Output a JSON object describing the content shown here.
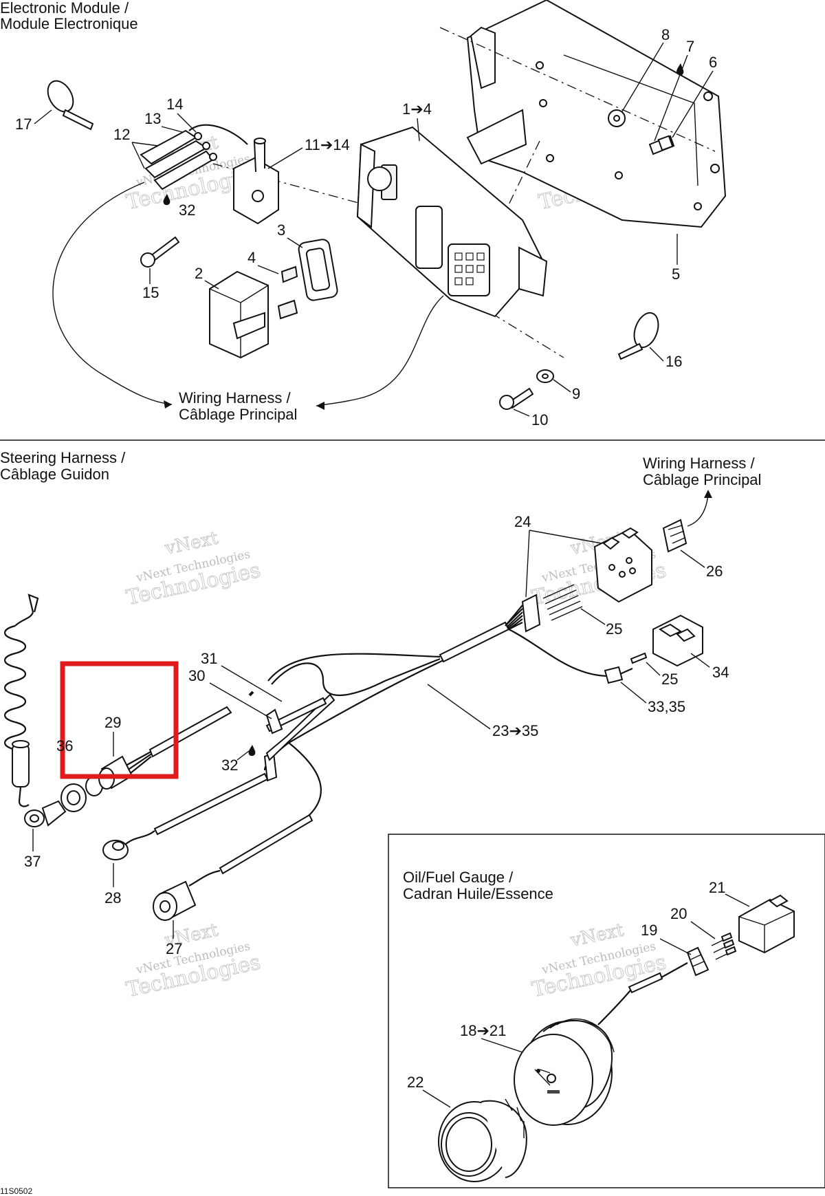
{
  "sections": {
    "electronic_module": "Electronic Module /",
    "electronic_module_fr": "Module Electronique",
    "steering_harness": "Steering Harness /",
    "steering_harness_fr": "Câblage Guidon",
    "wiring_harness_top": "Wiring Harness /",
    "wiring_harness_top_fr": "Câblage Principal",
    "wiring_harness_right": "Wiring Harness /",
    "wiring_harness_right_fr": "Câblage Principal",
    "oil_fuel_gauge": "Oil/Fuel Gauge /",
    "oil_fuel_gauge_fr": "Cadran Huile/Essence"
  },
  "callouts": {
    "c1_4": "1➔4",
    "c2": "2",
    "c3": "3",
    "c4": "4",
    "c5": "5",
    "c6": "6",
    "c7": "7",
    "c8": "8",
    "c9": "9",
    "c10": "10",
    "c11_14": "11➔14",
    "c12": "12",
    "c13": "13",
    "c14": "14",
    "c15": "15",
    "c16": "16",
    "c17": "17",
    "c32a": "32",
    "c18_21": "18➔21",
    "c19": "19",
    "c20": "20",
    "c21": "21",
    "c22": "22",
    "c23_35": "23➔35",
    "c24": "24",
    "c25a": "25",
    "c25b": "25",
    "c26": "26",
    "c27": "27",
    "c28": "28",
    "c29": "29",
    "c30": "30",
    "c31": "31",
    "c32b": "32",
    "c33_35": "33,35",
    "c34": "34",
    "c36": "36",
    "c37": "37"
  },
  "watermarks": {
    "line0": "vNext",
    "line1": "vNext Technologies",
    "line2": "Technologies"
  },
  "footer": {
    "figure_code": "11S0502"
  },
  "highlight": {
    "color": "#e01b1b",
    "target": "29"
  }
}
